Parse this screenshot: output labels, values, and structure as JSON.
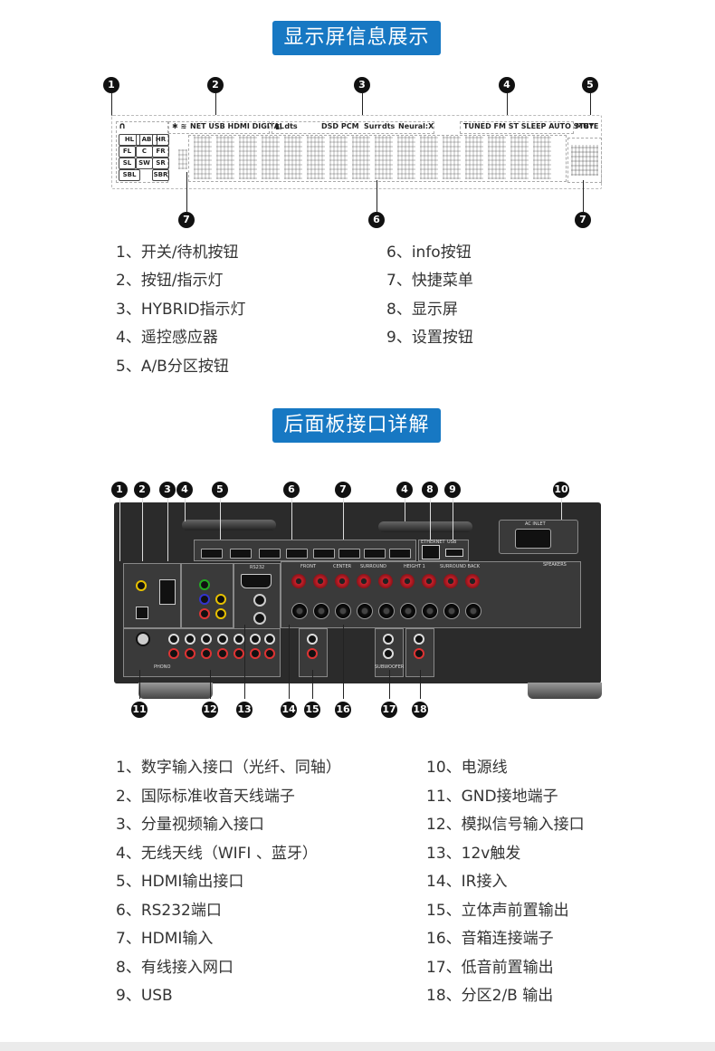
{
  "display_section": {
    "title": "显示屏信息展示",
    "badges": [
      "1",
      "2",
      "3",
      "4",
      "5",
      "6",
      "7",
      "7"
    ],
    "indicators": {
      "group2": "NET USB HDMI DIGITAL",
      "group3": "DSD PCM",
      "group3b": "Surr",
      "group3c": "dts",
      "group3d": "Neural:X",
      "group4": "TUNED FM ST SLEEP AUTO STBY",
      "group5": "MUTE"
    },
    "channels": [
      "HL",
      "AB",
      "HR",
      "FL",
      "C",
      "FR",
      "SL",
      "SW",
      "SR",
      "SBL",
      "SBR"
    ],
    "items_left": [
      "1、开关/待机按钮",
      "2、按钮/指示灯",
      "3、HYBRID指示灯",
      "4、遥控感应器",
      "5、A/B分区按钮"
    ],
    "items_right": [
      "6、info按钮",
      "7、快捷菜单",
      "8、显示屏",
      "9、设置按钮"
    ]
  },
  "rear_section": {
    "title": "后面板接口详解",
    "top_badges": [
      "1",
      "2",
      "3",
      "4",
      "5",
      "6",
      "7",
      "4",
      "8",
      "9",
      "10"
    ],
    "bottom_badges": [
      "11",
      "12",
      "13",
      "14",
      "15",
      "16",
      "17",
      "18"
    ],
    "panel_labels": {
      "ac_inlet": "AC INLET",
      "speakers": "SPEAKERS",
      "front": "FRONT",
      "center": "CENTER",
      "surround": "SURROUND",
      "height": "HEIGHT 1",
      "surround_back": "SURROUND BACK",
      "subwoofer": "SUBWOOFER",
      "phono": "PHONO",
      "ethernet": "ETHERNET",
      "usb": "USB",
      "rs232": "RS232"
    },
    "items_left": [
      "1、数字输入接口（光纤、同轴）",
      "2、国际标准收音天线端子",
      "3、分量视频输入接口",
      "4、无线天线（WIFI 、蓝牙）",
      "5、HDMI输出接口",
      "6、RS232端口",
      "7、HDMI输入",
      "8、有线接入网口",
      "9、USB"
    ],
    "items_right": [
      "10、电源线",
      "11、GND接地端子",
      "12、模拟信号输入接口",
      "13、12v触发",
      "14、IR接入",
      "15、立体声前置输出",
      "16、音箱连接端子",
      "17、低音前置输出",
      "18、分区2/B 输出"
    ]
  },
  "colors": {
    "accent": "#1778c3",
    "badge": "#111111"
  }
}
